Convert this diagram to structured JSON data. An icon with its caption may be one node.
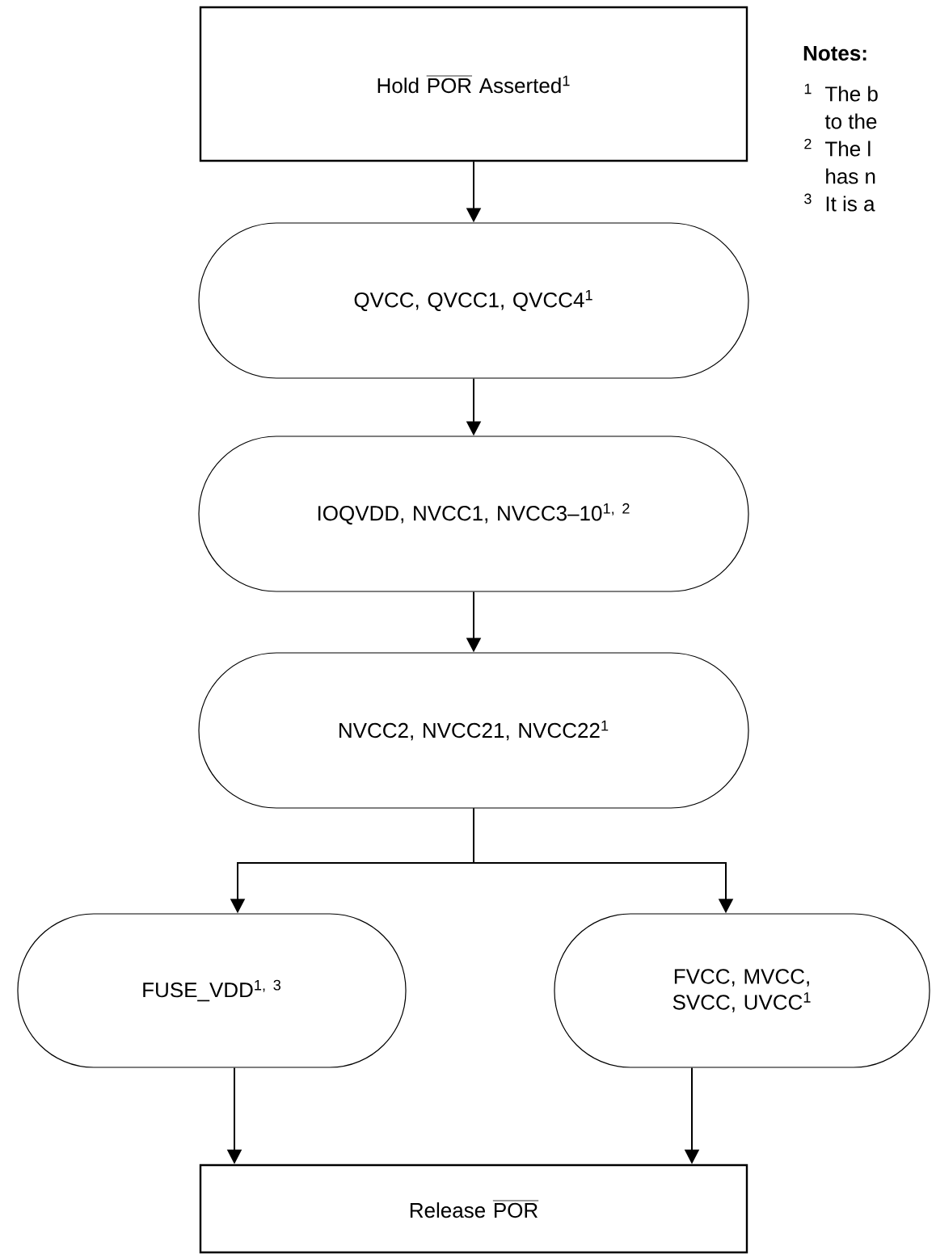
{
  "diagram": {
    "nodes": [
      {
        "text": [
          "Hold",
          "POR",
          "Asserted$^{1}$"
        ]
      },
      {
        "text": [
          "QVCC, QVCC1, QVCC4$^{1}$"
        ]
      },
      {
        "text": [
          "IOQVDD, NVCC1, NVCC3–10$^{1, 2}$"
        ]
      },
      {
        "text": [
          "NVCC2, NVCC21, NVCC22$^{1}$"
        ]
      },
      {
        "text": [
          "FUSE_VDD$^{1, 3}$"
        ]
      },
      {
        "text": [
          "FVCC, MVCC, SVCC, UVCC$^{1}$"
        ]
      },
      {
        "text": [
          "Release",
          "POR"
        ]
      }
    ],
    "edges": [
      {
        "from": 0,
        "to": 1,
        "arrow": "to"
      },
      {
        "from": 1,
        "to": 2,
        "arrow": "to"
      },
      {
        "from": 2,
        "to": 3,
        "arrow": "to"
      },
      {
        "from": 3,
        "to": 4,
        "arrow": "to"
      },
      {
        "from": 3,
        "to": 5,
        "arrow": "to"
      },
      {
        "from": 4,
        "to": 6,
        "arrow": "to"
      },
      {
        "from": 5,
        "to": 6,
        "arrow": "to"
      }
    ],
    "labels": [
      "Notes:",
      "1",
      "The b",
      "to the",
      "2",
      "The l",
      "has n",
      "3",
      "It is a"
    ]
  }
}
